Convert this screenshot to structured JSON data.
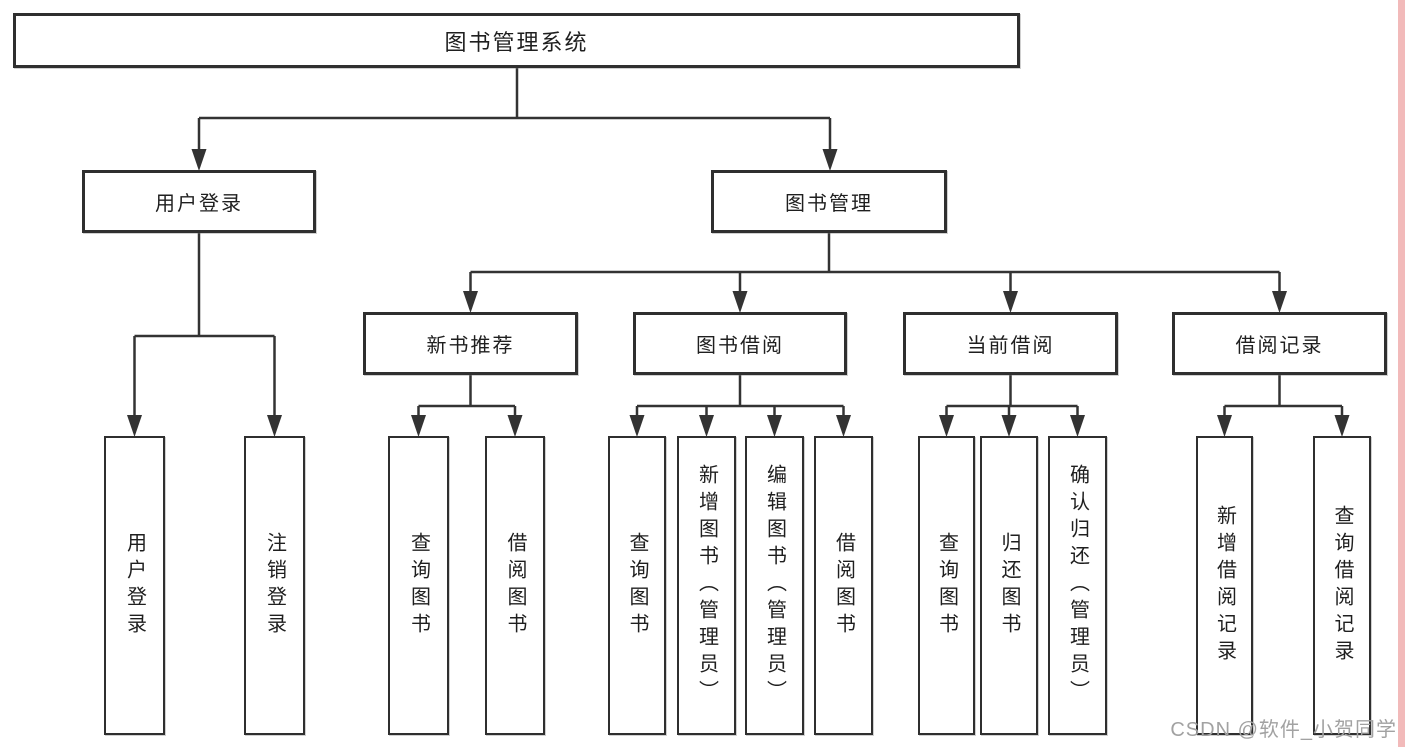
{
  "diagram": {
    "root": {
      "label": "图书管理系统"
    },
    "level2": [
      {
        "label": "用户登录"
      },
      {
        "label": "图书管理"
      }
    ],
    "level3": [
      {
        "label": "新书推荐"
      },
      {
        "label": "图书借阅"
      },
      {
        "label": "当前借阅"
      },
      {
        "label": "借阅记录"
      }
    ],
    "leaves": {
      "user_login": [
        "用户登录",
        "注销登录"
      ],
      "new_book": [
        "查询图书",
        "借阅图书"
      ],
      "borrow": [
        "查询图书",
        "新增图书（管理员）",
        "编辑图书（管理员）",
        "借阅图书"
      ],
      "current": [
        "查询图书",
        "归还图书",
        "确认归还（管理员）"
      ],
      "records": [
        "新增借阅记录",
        "查询借阅记录"
      ]
    }
  },
  "watermark": {
    "text": "CSDN @软件_小贺同学"
  },
  "colors": {
    "line": "#333333",
    "box_border": "#2f2f2f",
    "text": "#1f1f1f",
    "background": "#ffffff",
    "watermark": "#a2a2a2",
    "right_edge_strip": "#f2baba"
  }
}
